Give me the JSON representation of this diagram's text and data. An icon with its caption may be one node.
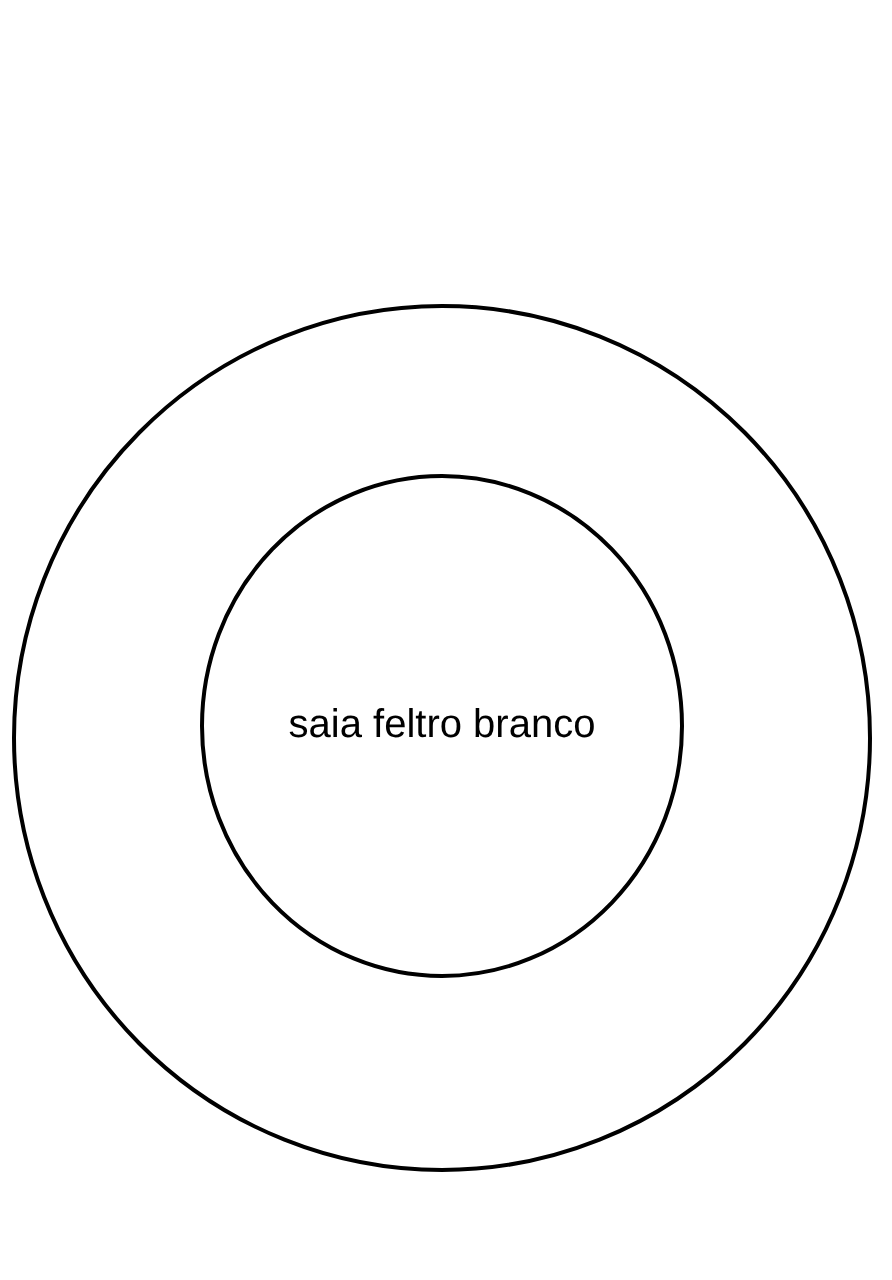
{
  "diagram": {
    "nodes": [
      {
        "text": [],
        "shape": "circle"
      },
      {
        "text": [
          "saia feltro branco"
        ],
        "in": 0
      }
    ]
  }
}
